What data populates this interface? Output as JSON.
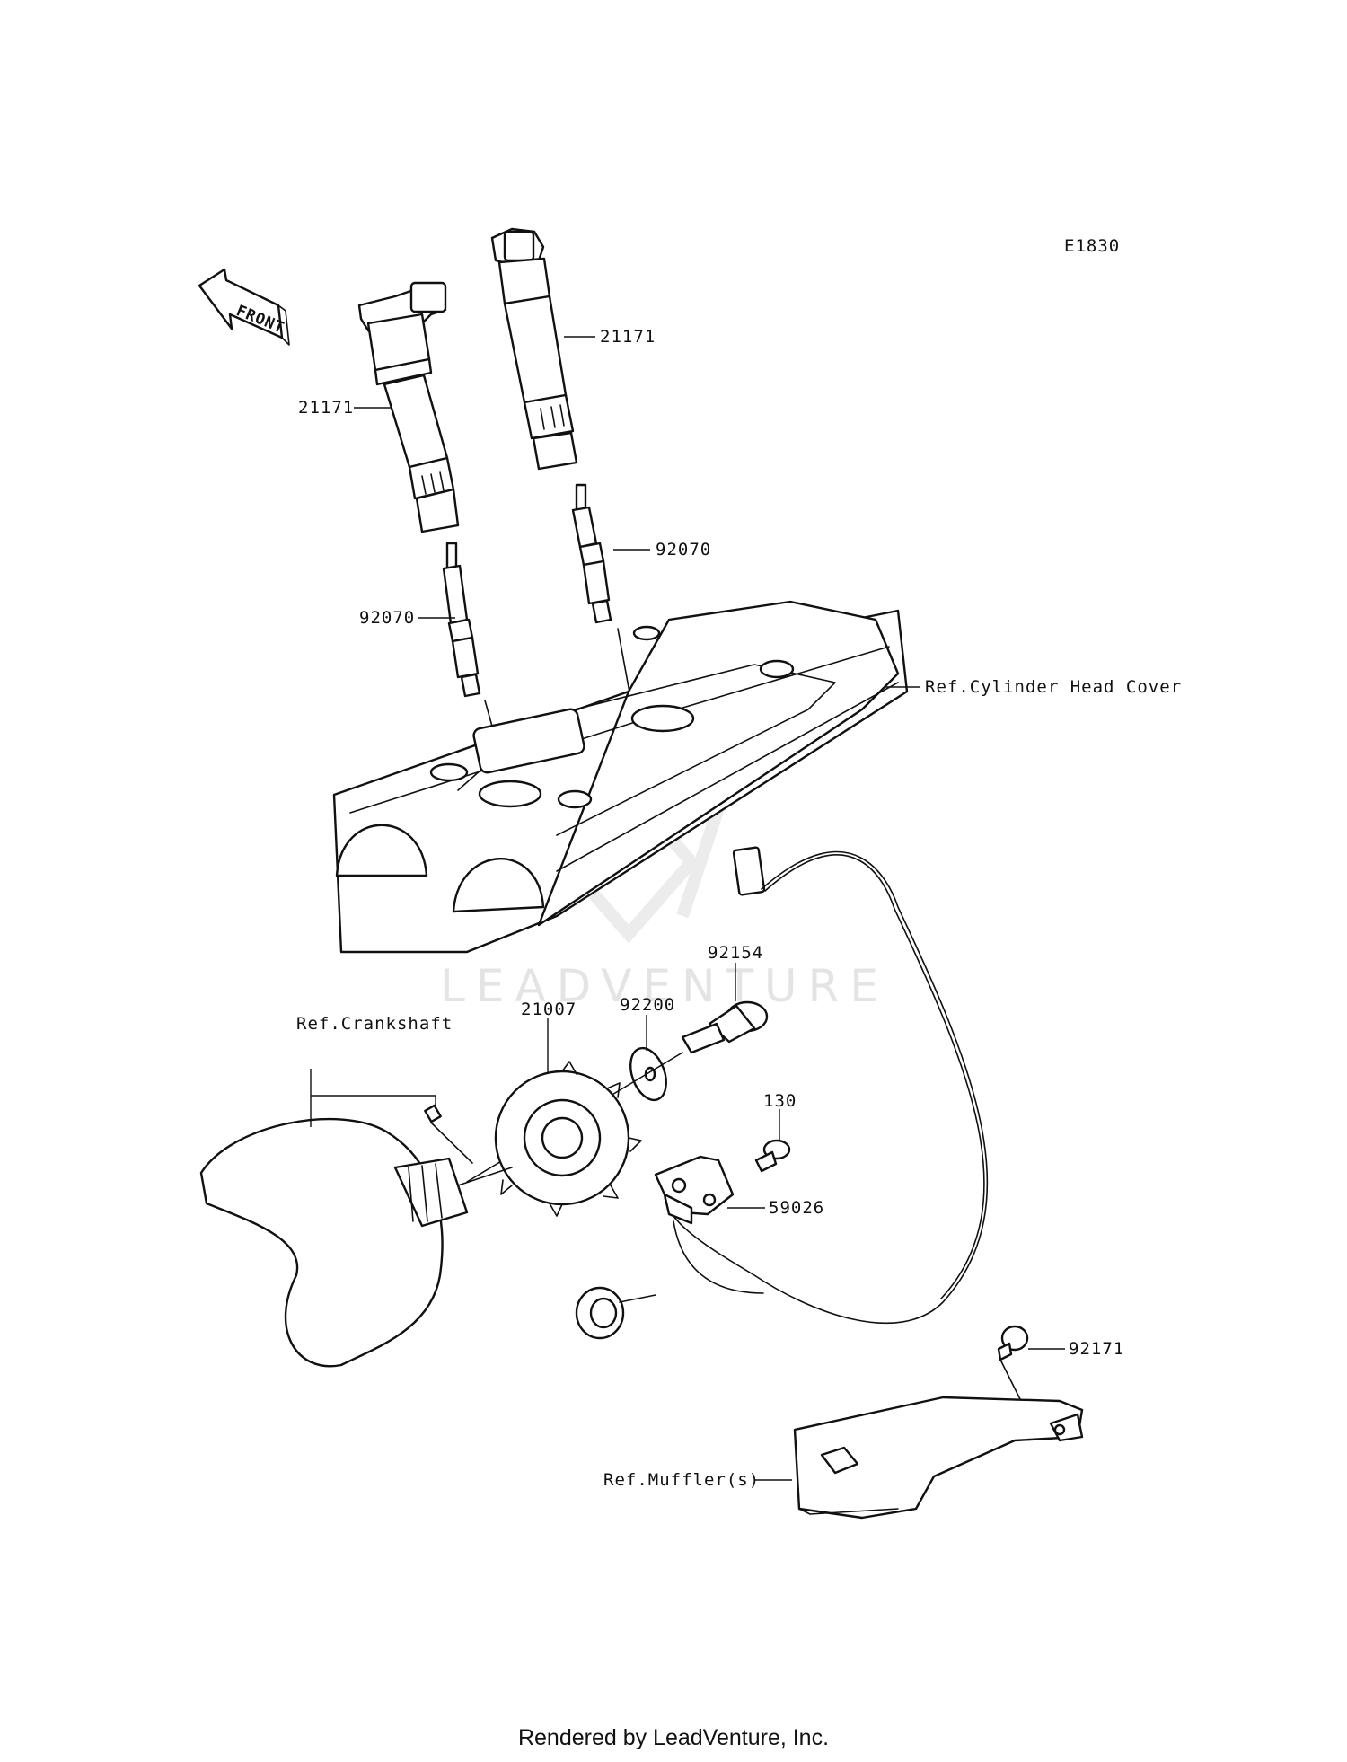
{
  "diagram_code": "E1830",
  "front_label": "FRONT",
  "watermark": "LEADVENTURE",
  "footer": "Rendered by LeadVenture, Inc.",
  "callouts": {
    "coil_right": "21171",
    "coil_left": "21171",
    "plug_right": "92070",
    "plug_left": "92070",
    "cylinder_head_cover": "Ref.Cylinder Head Cover",
    "bolt_92154": "92154",
    "crankshaft": "Ref.Crankshaft",
    "rotor_21007": "21007",
    "washer_92200": "92200",
    "bolt_130": "130",
    "pickup_59026": "59026",
    "grommet_92171": "92171",
    "muffler": "Ref.Muffler(s)"
  }
}
